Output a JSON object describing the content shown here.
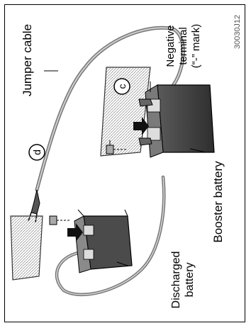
{
  "labels": {
    "jumper_cable": "Jumper cable",
    "negative_terminal_line1": "Negative",
    "negative_terminal_line2": "terminal",
    "negative_terminal_line3": "(“-” mark)",
    "booster_battery": "Booster battery",
    "discharged_battery_line1": "Discharged",
    "discharged_battery_line2": "battery"
  },
  "markers": {
    "c": "c",
    "d": "d"
  },
  "figure_code": "30030J12"
}
